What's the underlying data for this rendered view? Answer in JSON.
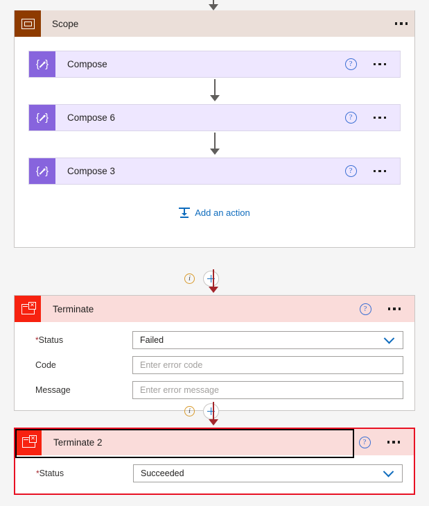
{
  "canvas": {
    "background": "#f5f5f5"
  },
  "top_connector": {
    "name": "connector-arrow-into-scope"
  },
  "scope": {
    "title": "Scope",
    "icon": "scope-icon",
    "header_color": "#ebdfd9",
    "icon_color": "#8e3b00",
    "menu_label": "More commands",
    "actions": [
      {
        "title": "Compose",
        "icon": "compose-icon",
        "icon_color": "#8764dd",
        "card_color": "#eee7ff",
        "help_label": "?",
        "menu_label": "More commands"
      },
      {
        "title": "Compose 6",
        "icon": "compose-icon",
        "icon_color": "#8764dd",
        "card_color": "#eee7ff",
        "help_label": "?",
        "menu_label": "More commands"
      },
      {
        "title": "Compose 3",
        "icon": "compose-icon",
        "icon_color": "#8764dd",
        "card_color": "#eee7ff",
        "help_label": "?",
        "menu_label": "More commands"
      }
    ],
    "add_action_label": "Add an action",
    "add_action_icon": "add-action-icon"
  },
  "insert_nodes": [
    {
      "info_label": "i",
      "plus_label": "+",
      "name": "insert-node-1"
    },
    {
      "info_label": "i",
      "plus_label": "+",
      "name": "insert-node-2"
    }
  ],
  "terminate_1": {
    "title": "Terminate",
    "icon": "terminate-icon",
    "icon_color": "#f72210",
    "header_color": "#fadcda",
    "badge": "✕",
    "help_label": "?",
    "menu_label": "More commands",
    "selected": false,
    "fields": [
      {
        "label": "Status",
        "required": true,
        "type": "dropdown",
        "value": "Failed",
        "placeholder": ""
      },
      {
        "label": "Code",
        "required": false,
        "type": "text",
        "value": "",
        "placeholder": "Enter error code"
      },
      {
        "label": "Message",
        "required": false,
        "type": "text",
        "value": "",
        "placeholder": "Enter error message"
      }
    ]
  },
  "terminate_2": {
    "title": "Terminate 2",
    "icon": "terminate-icon",
    "icon_color": "#f72210",
    "header_color": "#fadcda",
    "badge": "✕",
    "help_label": "?",
    "menu_label": "More commands",
    "selected": true,
    "selection_color": "#e81123",
    "fields": [
      {
        "label": "Status",
        "required": true,
        "type": "dropdown",
        "value": "Succeeded",
        "placeholder": ""
      }
    ]
  }
}
